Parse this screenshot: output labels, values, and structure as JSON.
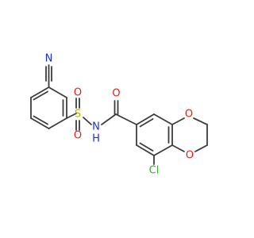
{
  "colors": {
    "bond": "#3c3c3c",
    "nitrogen": "#1f2fd6",
    "oxygen": "#e0231c",
    "sulfur": "#c9a800",
    "chlorine": "#2fb52a"
  },
  "atoms": {
    "nitrile_n": "N",
    "sulfonyl_o_top": "O",
    "sulfonyl_o_bottom": "O",
    "sulfur": "S",
    "amide_n": "N",
    "amide_h": "H",
    "carbonyl_o": "O",
    "ring_o_upper": "O",
    "ring_o_lower": "O",
    "chlorine": "Cl"
  }
}
